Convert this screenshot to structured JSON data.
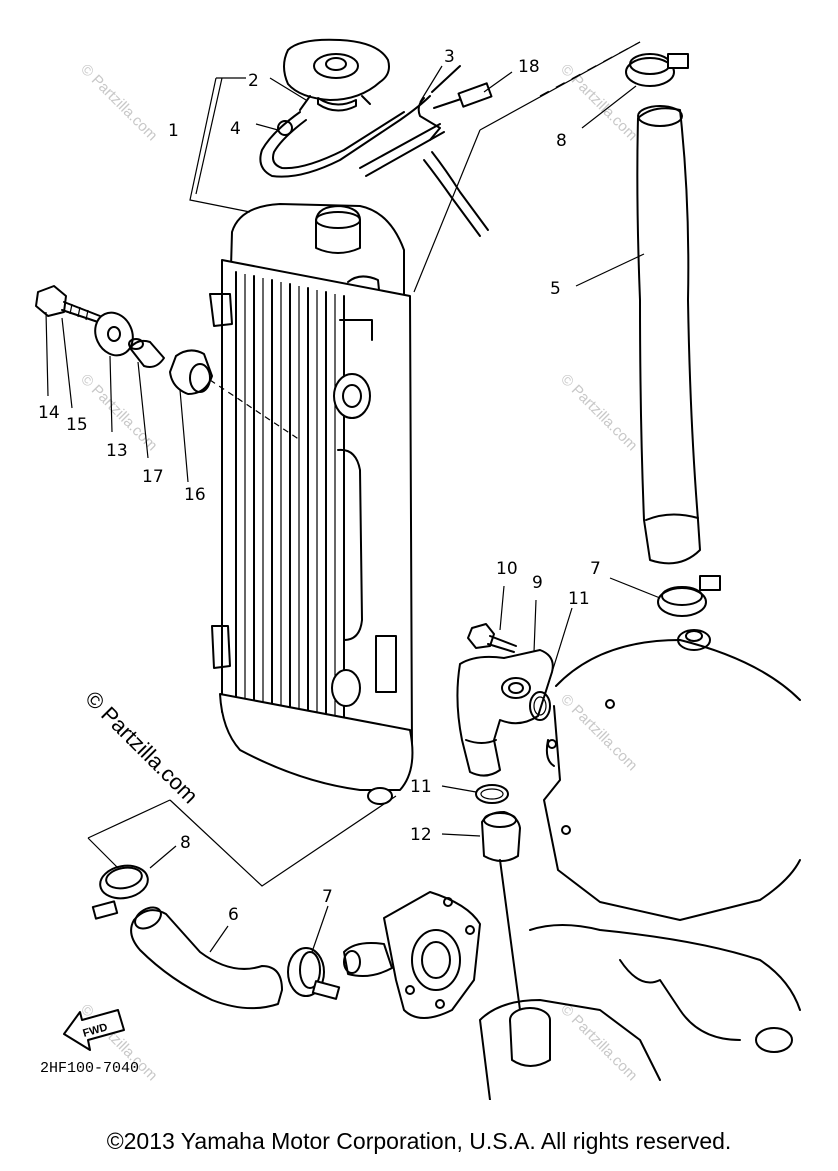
{
  "callouts": {
    "c1": "1",
    "c2": "2",
    "c3": "3",
    "c4": "4",
    "c5": "5",
    "c6": "6",
    "c7a": "7",
    "c7b": "7",
    "c8a": "8",
    "c8b": "8",
    "c9": "9",
    "c10": "10",
    "c11a": "11",
    "c11b": "11",
    "c12": "12",
    "c13": "13",
    "c14": "14",
    "c15": "15",
    "c16": "16",
    "c17": "17",
    "c18": "18"
  },
  "watermark": {
    "text": "© Partzilla.com",
    "prominent": "© Partzilla.com"
  },
  "fwd_label": "FWD",
  "diagram_code": "2HF100-7040",
  "copyright": "©2013  Yamaha Motor Corporation, U.S.A. All rights reserved."
}
